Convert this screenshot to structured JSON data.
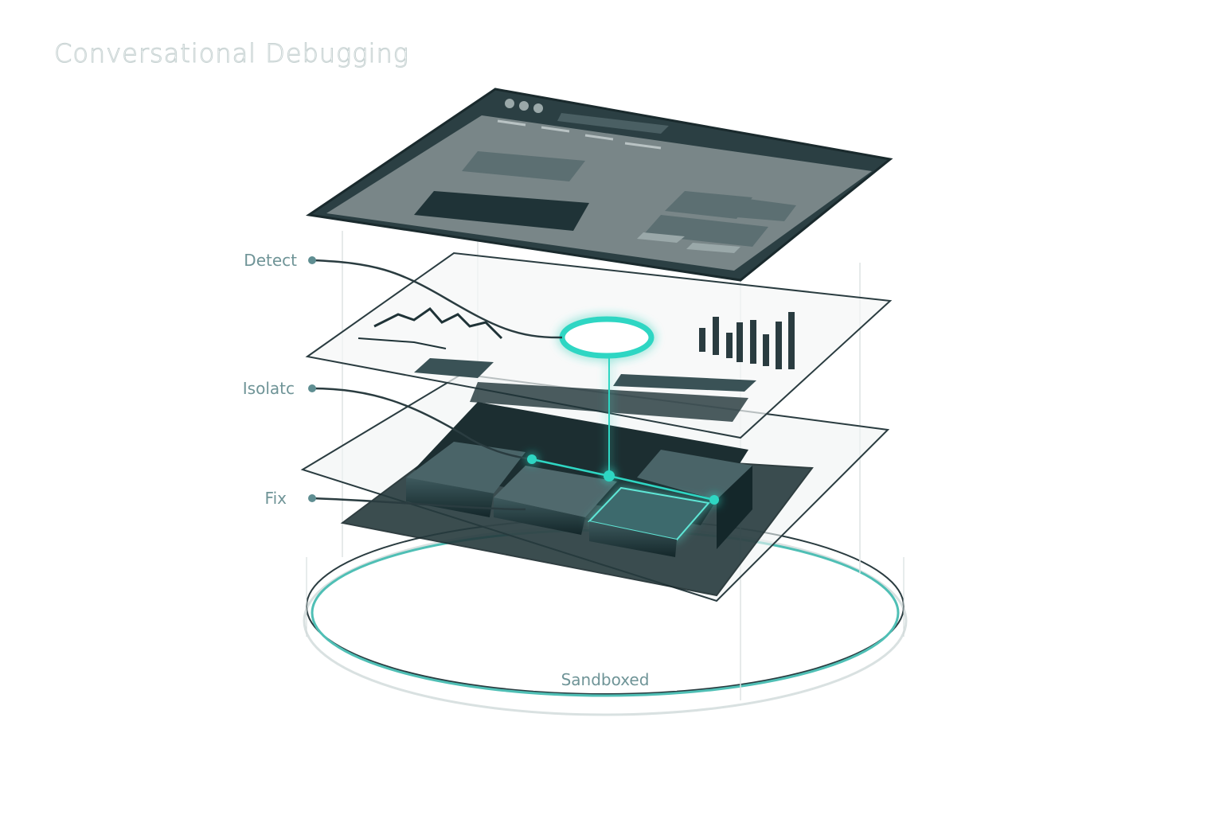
{
  "title": "Conversational Debugging",
  "stages": [
    {
      "label": "Detect"
    },
    {
      "label": "Isolatc"
    },
    {
      "label": "Fix"
    }
  ],
  "base_label": "Sandboxed",
  "colors": {
    "accent": "#2fd6c3",
    "panel_dark": "#1f3337",
    "label": "#6f9497",
    "outline": "#2a3c40"
  }
}
